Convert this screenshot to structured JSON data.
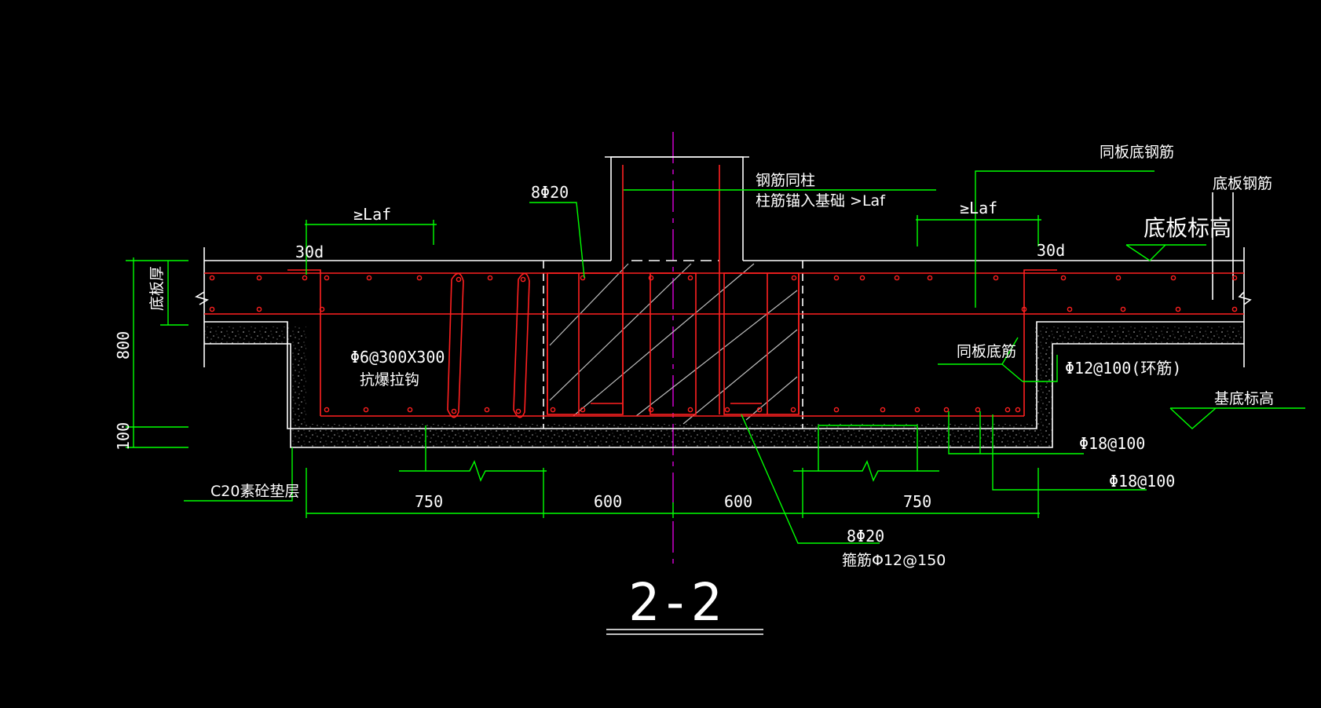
{
  "drawing": {
    "title": "2-2",
    "labels": {
      "laf_left": "≥Laf",
      "laf_right": "≥Laf",
      "d30_left": "30d",
      "d30_right": "30d",
      "bars_8phi20_top": "8Φ20",
      "column_bars_1": "钢筋同柱",
      "column_bars_2": "柱筋锚入基础 >Laf",
      "same_slab_bottom_bars_top": "同板底钢筋",
      "slab_bottom_bars": "底板钢筋",
      "slab_elevation": "底板标高",
      "slab_thickness": "底板厚",
      "tie_spec": "Φ6@300X300",
      "tie_name": "抗爆拉钩",
      "same_slab_bottom_bars": "同板底筋",
      "ring_bars": "Φ12@100(环筋)",
      "base_elevation": "基底标高",
      "bars_phi18_1": "Φ18@100",
      "bars_phi18_2": "Φ18@100",
      "cushion": "C20素砼垫层",
      "bars_8phi20_bottom": "8Φ20",
      "stirrups": "箍筋Φ12@150"
    },
    "dims": {
      "h800": "800",
      "h100": "100",
      "w750_left": "750",
      "w600_left": "600",
      "w600_right": "600",
      "w750_right": "750"
    }
  }
}
